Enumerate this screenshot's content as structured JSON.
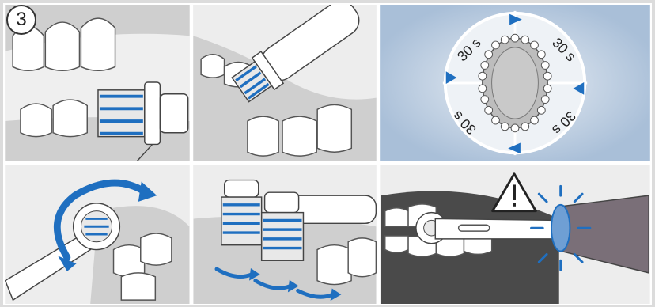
{
  "step": {
    "number": "3"
  },
  "timer": {
    "quadrant_labels": [
      "30 s",
      "30 s",
      "30 s",
      "30 s"
    ]
  },
  "colors": {
    "accent_blue": "#1f6fc0",
    "panel_blue": "#b8cbe0",
    "gum": "#cfcfcf",
    "tooth": "#ffffff"
  }
}
